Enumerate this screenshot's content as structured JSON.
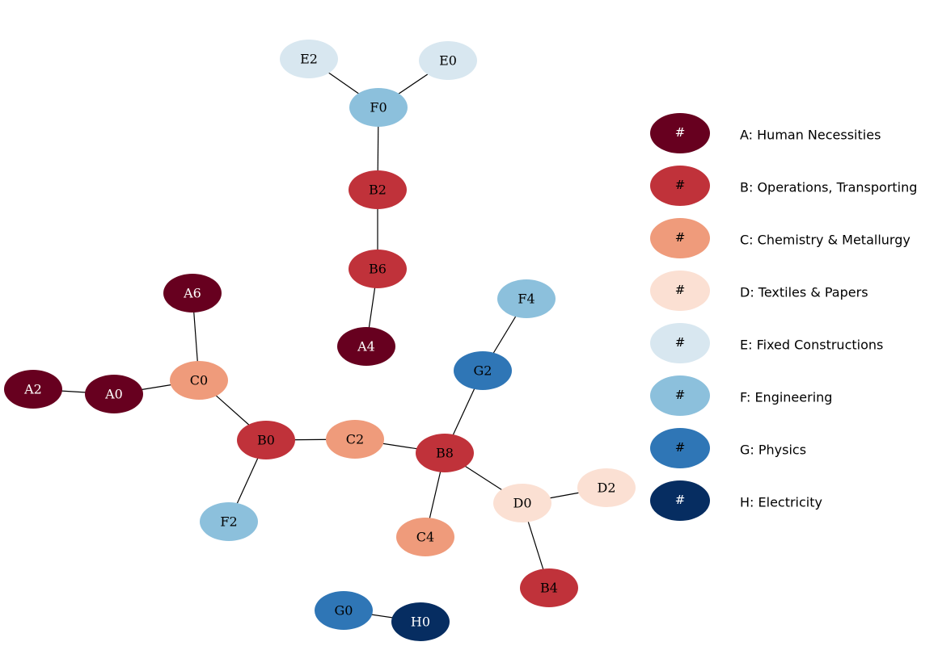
{
  "categories": [
    {
      "key": "A",
      "label": "A: Human Necessities",
      "color": "#67001f",
      "text_color": "#ffffff",
      "symbol": "#"
    },
    {
      "key": "B",
      "label": "B: Operations, Transporting",
      "color": "#c0323a",
      "text_color": "#000000",
      "symbol": "#"
    },
    {
      "key": "C",
      "label": "C: Chemistry & Metallurgy",
      "color": "#ef9b7b",
      "text_color": "#000000",
      "symbol": "#"
    },
    {
      "key": "D",
      "label": "D: Textiles & Papers",
      "color": "#fbe0d3",
      "text_color": "#000000",
      "symbol": "#"
    },
    {
      "key": "E",
      "label": "E: Fixed Constructions",
      "color": "#d8e7f0",
      "text_color": "#000000",
      "symbol": "#"
    },
    {
      "key": "F",
      "label": "F: Engineering",
      "color": "#8cc0dc",
      "text_color": "#000000",
      "symbol": "#"
    },
    {
      "key": "G",
      "label": "G: Physics",
      "color": "#2f76b6",
      "text_color": "#000000",
      "symbol": "#"
    },
    {
      "key": "H",
      "label": "H: Electricity",
      "color": "#062d61",
      "text_color": "#ffffff",
      "symbol": "#"
    }
  ],
  "nodes": [
    {
      "id": "E2",
      "label": "E2",
      "category": "E"
    },
    {
      "id": "E0",
      "label": "E0",
      "category": "E"
    },
    {
      "id": "F0",
      "label": "F0",
      "category": "F"
    },
    {
      "id": "B2",
      "label": "B2",
      "category": "B"
    },
    {
      "id": "B6",
      "label": "B6",
      "category": "B"
    },
    {
      "id": "A4",
      "label": "A4",
      "category": "A"
    },
    {
      "id": "A6",
      "label": "A6",
      "category": "A"
    },
    {
      "id": "A2",
      "label": "A2",
      "category": "A"
    },
    {
      "id": "A0",
      "label": "A0",
      "category": "A"
    },
    {
      "id": "C0",
      "label": "C0",
      "category": "C"
    },
    {
      "id": "B0",
      "label": "B0",
      "category": "B"
    },
    {
      "id": "F2",
      "label": "F2",
      "category": "F"
    },
    {
      "id": "C2",
      "label": "C2",
      "category": "C"
    },
    {
      "id": "B8",
      "label": "B8",
      "category": "B"
    },
    {
      "id": "G2",
      "label": "G2",
      "category": "G"
    },
    {
      "id": "F4",
      "label": "F4",
      "category": "F"
    },
    {
      "id": "C4",
      "label": "C4",
      "category": "C"
    },
    {
      "id": "D0",
      "label": "D0",
      "category": "D"
    },
    {
      "id": "D2",
      "label": "D2",
      "category": "D"
    },
    {
      "id": "B4",
      "label": "B4",
      "category": "B"
    },
    {
      "id": "G0",
      "label": "G0",
      "category": "G"
    },
    {
      "id": "H0",
      "label": "H0",
      "category": "H"
    }
  ],
  "edges": [
    [
      "E2",
      "F0"
    ],
    [
      "E0",
      "F0"
    ],
    [
      "F0",
      "B2"
    ],
    [
      "B2",
      "B6"
    ],
    [
      "B6",
      "A4"
    ],
    [
      "A6",
      "C0"
    ],
    [
      "A2",
      "A0"
    ],
    [
      "A0",
      "C0"
    ],
    [
      "C0",
      "B0"
    ],
    [
      "B0",
      "F2"
    ],
    [
      "B0",
      "C2"
    ],
    [
      "C2",
      "B8"
    ],
    [
      "B8",
      "G2"
    ],
    [
      "G2",
      "F4"
    ],
    [
      "B8",
      "C4"
    ],
    [
      "B8",
      "D0"
    ],
    [
      "D0",
      "D2"
    ],
    [
      "D0",
      "B4"
    ],
    [
      "G0",
      "H0"
    ]
  ]
}
